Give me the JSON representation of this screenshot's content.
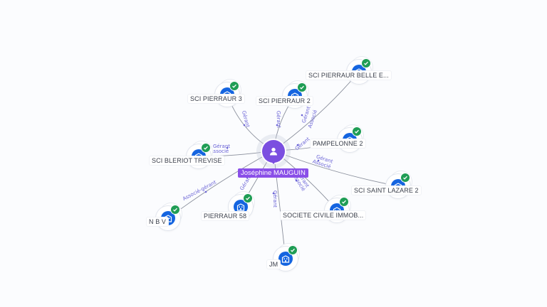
{
  "center": {
    "name": "Joséphine MAUGUIN",
    "icon": "person-icon"
  },
  "companies": [
    {
      "id": "sci-pierraur-3",
      "label": "SCI PIERRAUR 3",
      "icon": "company-building-icon",
      "verified": true
    },
    {
      "id": "sci-pierraur-2",
      "label": "SCI PIERRAUR 2",
      "icon": "company-building-icon",
      "verified": true
    },
    {
      "id": "sci-pierraur-belle",
      "label": "SCI PIERRAUR BELLE E...",
      "icon": "company-building-icon",
      "verified": true
    },
    {
      "id": "pampelonne-2",
      "label": "PAMPELONNE 2",
      "icon": "company-building-icon",
      "verified": true
    },
    {
      "id": "sci-bleriot-trevise",
      "label": "SCI BLERIOT TREVISE",
      "icon": "company-building-icon",
      "verified": true
    },
    {
      "id": "sci-saint-lazare-2",
      "label": "SCI SAINT LAZARE 2",
      "icon": "company-building-icon",
      "verified": true
    },
    {
      "id": "n-b-v",
      "label": "N B V",
      "icon": "company-building-icon",
      "verified": true
    },
    {
      "id": "pierraur-58",
      "label": "PIERRAUR 58",
      "icon": "company-building-icon",
      "verified": true
    },
    {
      "id": "societe-civile-immob",
      "label": "SOCIETE CIVILE IMMOB...",
      "icon": "company-building-icon",
      "verified": true
    },
    {
      "id": "jm",
      "label": "JM",
      "icon": "company-building-icon",
      "verified": true
    }
  ],
  "edges": [
    {
      "to": "sci-pierraur-3",
      "label": "Gérant"
    },
    {
      "to": "sci-pierraur-2",
      "label": "Gérant"
    },
    {
      "to": "sci-pierraur-belle",
      "label": "Gérant",
      "label2": "Associé"
    },
    {
      "to": "pampelonne-2",
      "label": "Gérant"
    },
    {
      "to": "sci-bleriot-trevise",
      "label": "Gérant",
      "label2": "Associé"
    },
    {
      "to": "sci-saint-lazare-2",
      "label": "Gérant",
      "label2": "Associé"
    },
    {
      "to": "n-b-v",
      "label": "Associé-gérant"
    },
    {
      "to": "pierraur-58",
      "label": "Gérant"
    },
    {
      "to": "societe-civile-immob",
      "label": "Gérant",
      "label2": "Associé"
    },
    {
      "to": "jm",
      "label": "Gérant"
    }
  ],
  "colors": {
    "center": "#7b4fe0",
    "node": "#1565e0",
    "verified": "#1f9d55",
    "edge_label": "#6a63d6"
  }
}
